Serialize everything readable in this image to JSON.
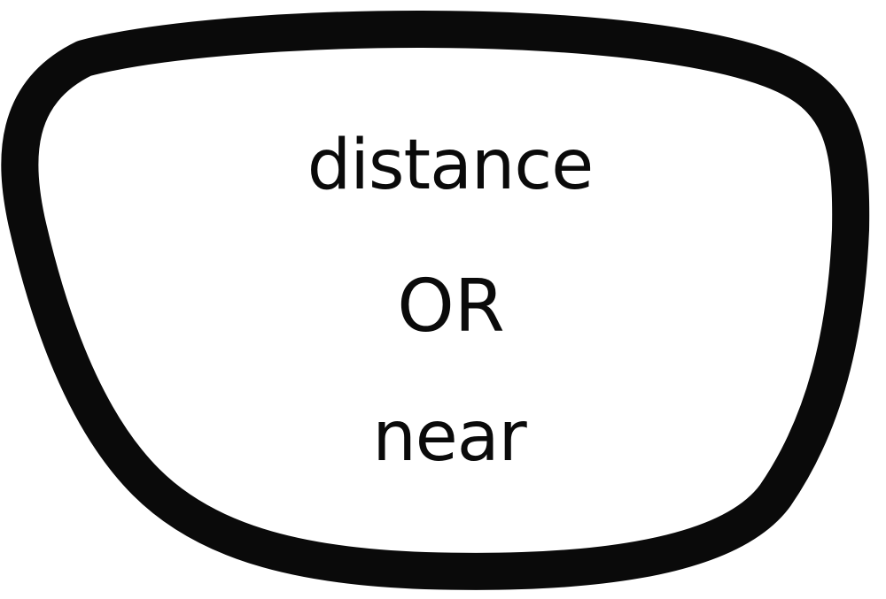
{
  "lens": {
    "shape": "eyeglass-lens-outline",
    "stroke_color": "#0a0a0a",
    "fill_color": "#ffffff",
    "labels": {
      "top": "distance",
      "middle": "OR",
      "bottom": "near"
    }
  }
}
